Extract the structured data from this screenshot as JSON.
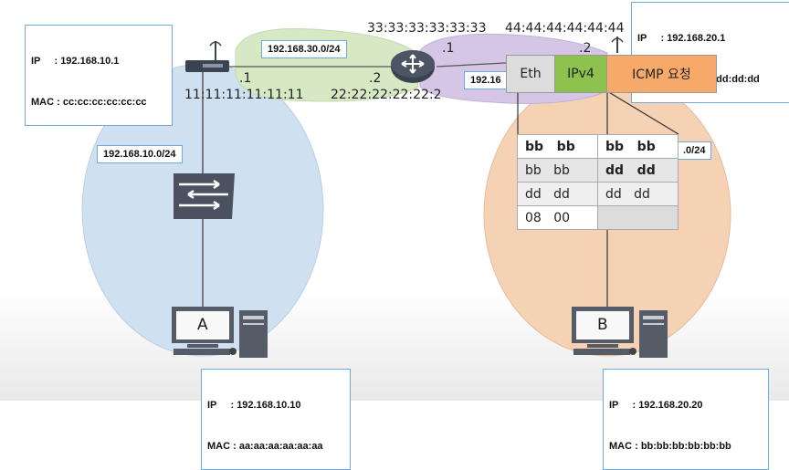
{
  "host_a_info": {
    "ip": "IP     : 192.168.10.1",
    "mac": "MAC : cc:cc:cc:cc:cc:cc"
  },
  "host_b_info": {
    "ip": "IP     : 192.168.20.1",
    "mac": "MAC : dd:dd:dd:dd:dd:dd"
  },
  "pc_a_info": {
    "ip": "IP     : 192.168.10.10",
    "mac": "MAC : aa:aa:aa:aa:aa:aa"
  },
  "pc_b_info": {
    "ip": "IP     : 192.168.20.20",
    "mac": "MAC : bb:bb:bb:bb:bb:bb"
  },
  "networks": {
    "center": "192.168.30.0/24",
    "left": "192.168.10.0/24",
    "right_partial": "192.16",
    "right_bottom_partial": ".0/24"
  },
  "interfaces": {
    "left_router_port": ".1",
    "left_router_mac": "11:11:11:11:11:11",
    "center_left_port": ".2",
    "center_left_mac": "22:22:22:22:22:2",
    "center_right_port": ".1",
    "center_right_mac": "33:33:33:33:33:33",
    "right_router_port": ".2",
    "right_router_mac": "44:44:44:44:44:44"
  },
  "packet": {
    "eth": "Eth",
    "ipv4": "IPv4",
    "icmp": "ICMP 요청"
  },
  "frame_table": [
    [
      "bb",
      "bb",
      "bb",
      "bb"
    ],
    [
      "bb",
      "bb",
      "dd",
      "dd"
    ],
    [
      "dd",
      "dd",
      "dd",
      "dd"
    ],
    [
      "08",
      "00",
      "",
      ""
    ]
  ],
  "pc_labels": {
    "a": "A",
    "b": "B"
  },
  "colors": {
    "left_network": "#cfe0f1",
    "center_network": "#d6e8c4",
    "right_top_network": "#d6c6e6",
    "right_network": "#f6d2b5",
    "eth": "#dcdcdc",
    "ipv4": "#8dc24f",
    "icmp": "#f7a96a",
    "box_border": "#6fa8dc"
  }
}
